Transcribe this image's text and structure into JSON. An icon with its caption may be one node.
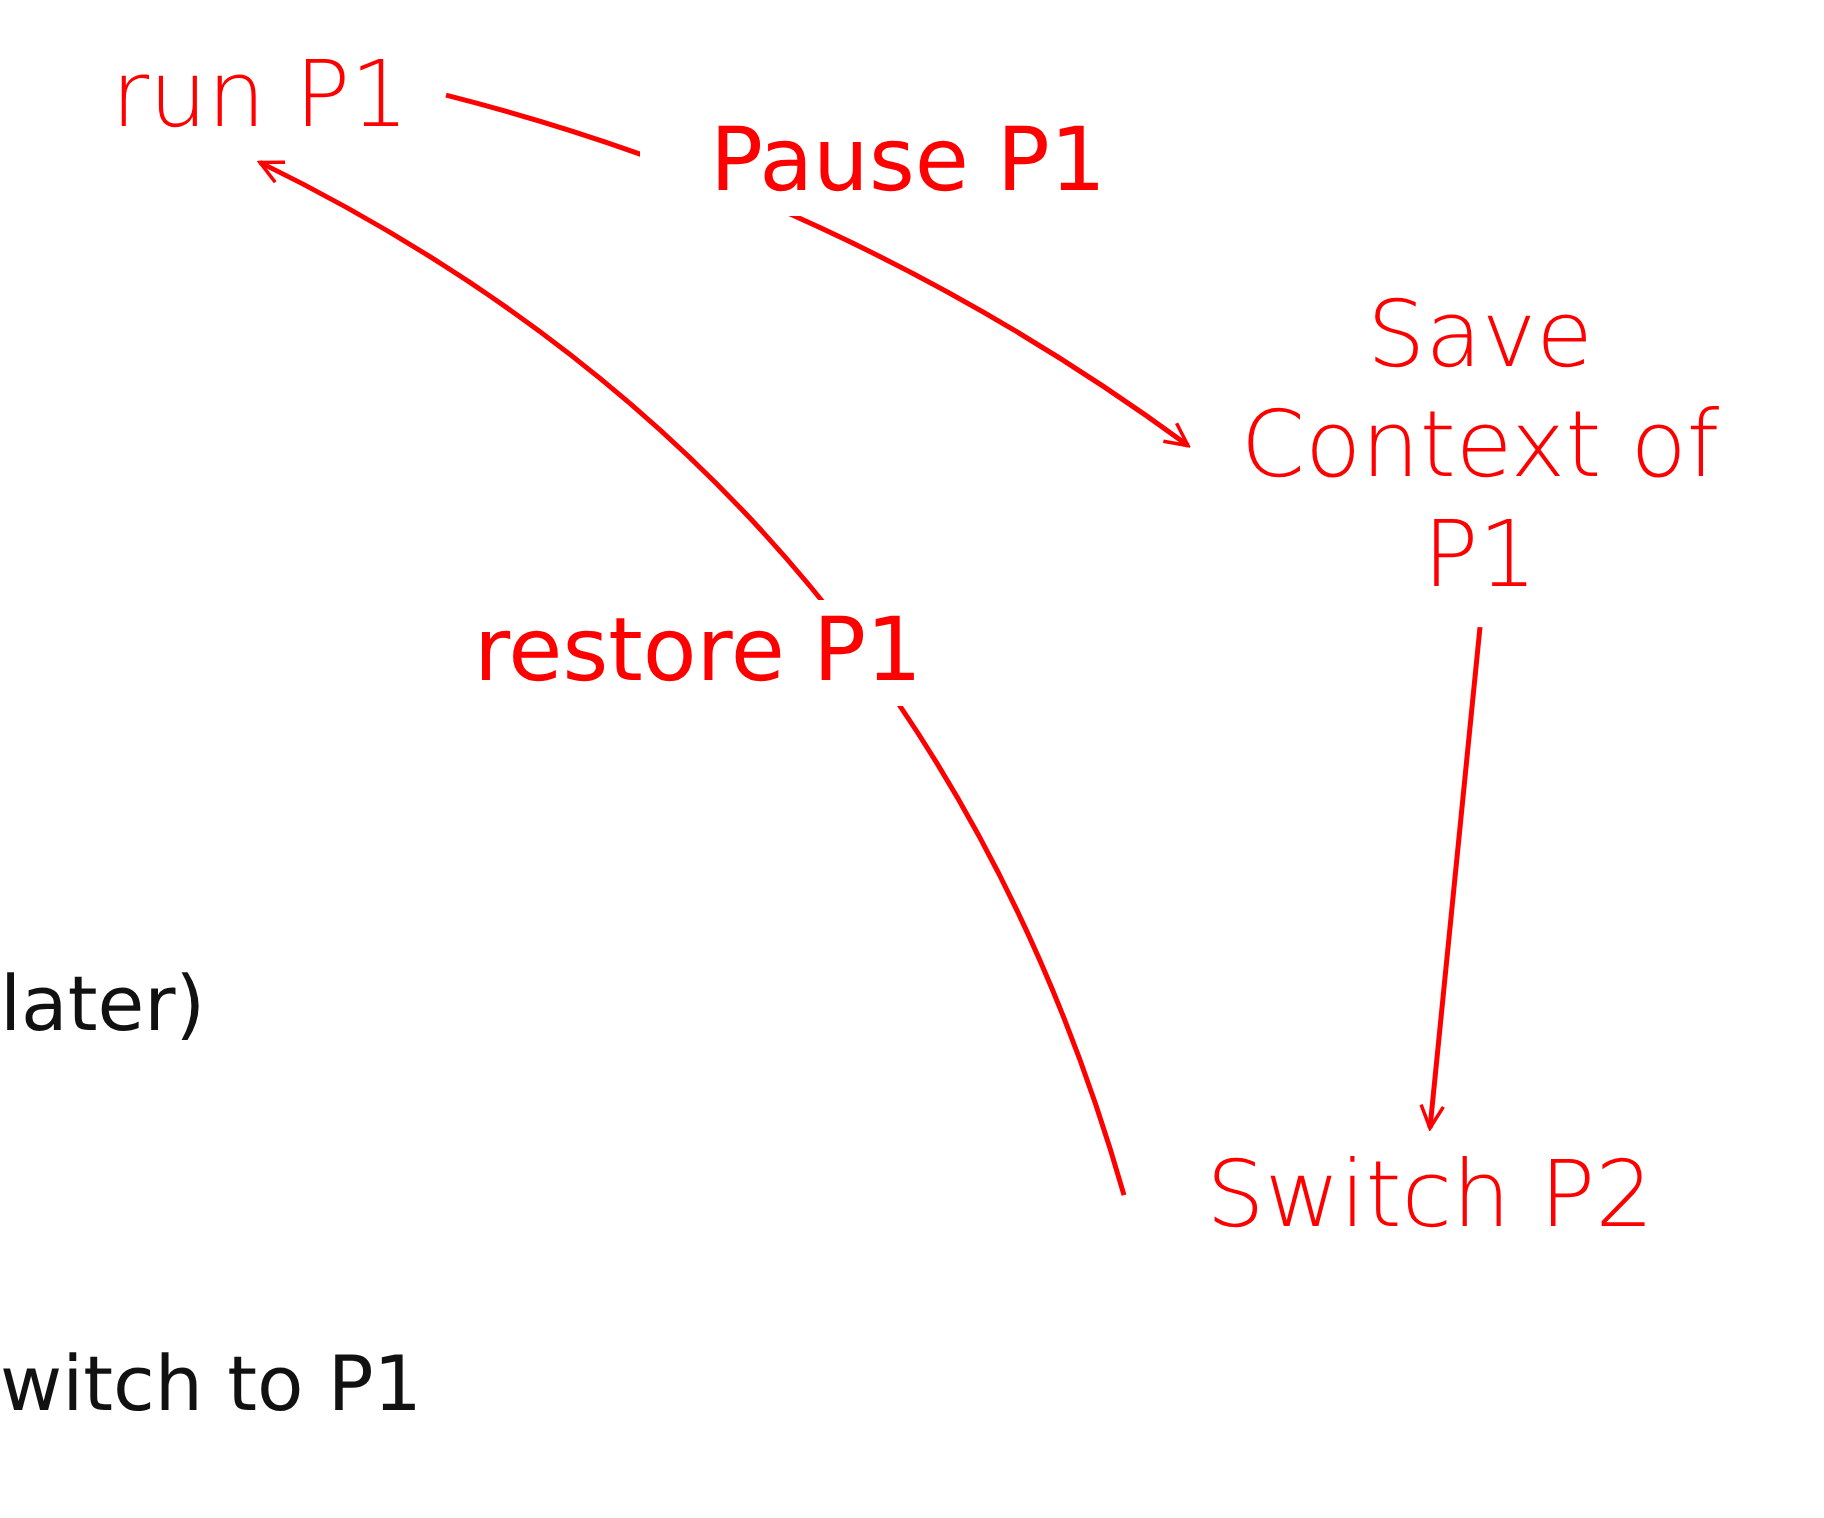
{
  "diagram": {
    "nodes": [
      {
        "text": [
          "run P1"
        ]
      },
      {
        "text": [
          "Save Context of P1"
        ]
      },
      {
        "text": [
          "Switch P2"
        ]
      }
    ],
    "edges": [
      {
        "from": 0,
        "to": 1,
        "arrow": "to",
        "label": "Pause P1"
      },
      {
        "from": 1,
        "to": 2,
        "arrow": "to"
      },
      {
        "from": 2,
        "to": 0,
        "arrow": "to",
        "label": "restore P1"
      }
    ],
    "labels": [
      "later)",
      "witch to P1"
    ]
  }
}
